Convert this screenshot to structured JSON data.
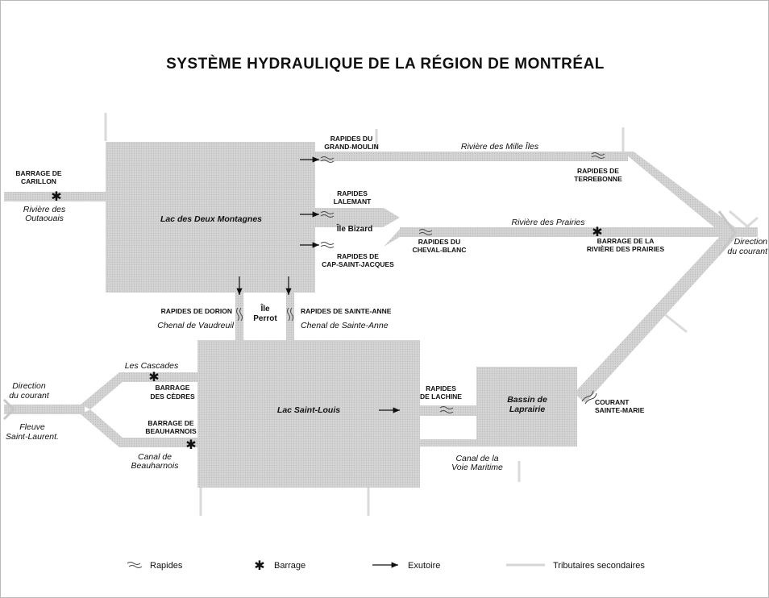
{
  "title": "SYSTÈME HYDRAULIQUE DE LA RÉGION DE MONTRÉAL",
  "water_bodies": {
    "lac_deux_montagnes": "Lac des Deux Montagnes",
    "lac_saint_louis": "Lac Saint-Louis",
    "bassin_laprairie": [
      "Bassin de",
      "Laprairie"
    ],
    "ile_bizard": "Île Bizard",
    "ile_perrot": [
      "Île",
      "Perrot"
    ]
  },
  "rivers": {
    "mille_iles": "Rivière des Mille Îles",
    "prairies": "Rivière des Prairies",
    "outaouais": [
      "Rivière des",
      "Outaouais"
    ],
    "fleuve": [
      "Fleuve",
      "Saint-Laurent."
    ],
    "chenal_vaudreuil": "Chenal de Vaudreuil",
    "chenal_sainte_anne": "Chenal de Sainte-Anne",
    "canal_beauharnois": [
      "Canal de",
      "Beauharnois"
    ],
    "canal_voie_maritime": [
      "Canal de la",
      "Voie Maritime"
    ],
    "les_cascades": "Les Cascades"
  },
  "rapids": {
    "grand_moulin": [
      "RAPIDES DU",
      "GRAND-MOULIN"
    ],
    "lalemant": [
      "RAPIDES",
      "LALEMANT"
    ],
    "cap_saint_jacques": [
      "RAPIDES DE",
      "CAP-SAINT-JACQUES"
    ],
    "cheval_blanc": [
      "RAPIDES DU",
      "CHEVAL-BLANC"
    ],
    "terrebonne": [
      "RAPIDES DE",
      "TERREBONNE"
    ],
    "dorion": "RAPIDES DE DORION",
    "sainte_anne": "RAPIDES DE SAINTE-ANNE",
    "lachine": [
      "RAPIDES",
      "DE LACHINE"
    ],
    "courant_sainte_marie": [
      "COURANT",
      "SAINTE-MARIE"
    ]
  },
  "dams": {
    "carillon": [
      "BARRAGE DE",
      "CARILLON"
    ],
    "riviere_prairies": [
      "BARRAGE DE LA",
      "RIVIÈRE DES PRAIRIES"
    ],
    "cedres": [
      "BARRAGE",
      "DES CÈDRES"
    ],
    "beauharnois": [
      "BARRAGE DE",
      "BEAUHARNOIS"
    ]
  },
  "directions": {
    "east": [
      "Direction",
      "du courant"
    ],
    "west": [
      "Direction",
      "du courant"
    ]
  },
  "legend": {
    "rapides": "Rapides",
    "barrage": "Barrage",
    "exutoire": "Exutoire",
    "tributaires": "Tributaires secondaires"
  },
  "colors": {
    "water": "#cfcfcf",
    "water_dark": "#bdbdbd",
    "ink": "#111111",
    "tributary": "#d6d6d6"
  }
}
